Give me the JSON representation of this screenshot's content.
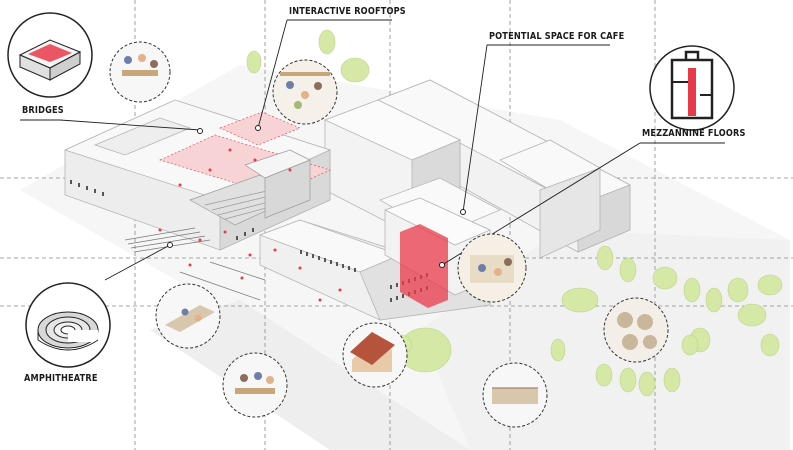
{
  "labels": {
    "interactive_rooftops": "INTERACTIVE ROOFTOPS",
    "potential_cafe": "POTENTIAL SPACE FOR CAFE",
    "bridges": "BRIDGES",
    "mezzanine": "MEZZANNINE FLOORS",
    "amphitheatre": "AMPHITHEATRE"
  },
  "colors": {
    "accent_red": "#e8394a",
    "rooftop_pink": "#f7d3d6",
    "tree_green": "#d6e8a6",
    "building_light": "#f4f4f4",
    "building_mid": "#e4e4e4",
    "building_dark": "#cfcfcf",
    "guide_line": "#8a8a8a"
  },
  "icons": [
    "bridge-block-icon",
    "floorplan-icon",
    "amphitheatre-icon"
  ]
}
